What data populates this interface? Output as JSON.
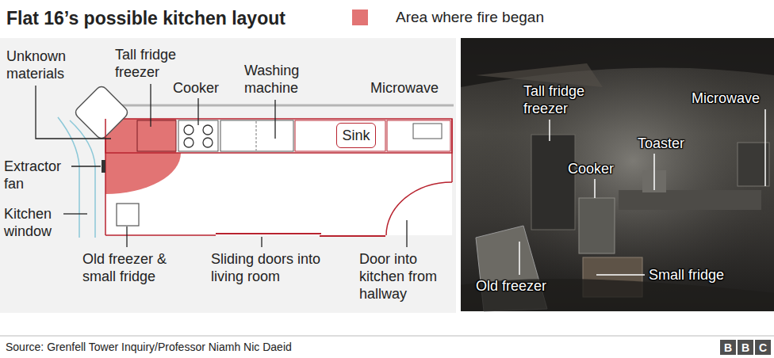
{
  "diagram": {
    "title": "Flat 16’s possible kitchen layout",
    "caption": "Source: Grenfell Tower Inquiry/Professor Niamh Nic Daeid",
    "nodes": [
      {
        "text": [
          "Sink"
        ]
      },
      {
        "text": [
          "B"
        ]
      },
      {
        "text": [
          "B"
        ]
      },
      {
        "text": [
          "C"
        ]
      }
    ],
    "labels": [
      "Unknown materials",
      "Tall fridge freezer",
      "Cooker",
      "Washing machine",
      "Microwave",
      "Extractor fan",
      "Kitchen window",
      "Old freezer & small fridge",
      "Sliding doors into living room",
      "Door into kitchen from hallway",
      "Tall fridge freezer",
      "Microwave",
      "Toaster",
      "Cooker",
      "Old freezer",
      "Small fridge"
    ],
    "legend": [
      {
        "text": "Area where fire began",
        "color": "#e27474"
      }
    ]
  }
}
